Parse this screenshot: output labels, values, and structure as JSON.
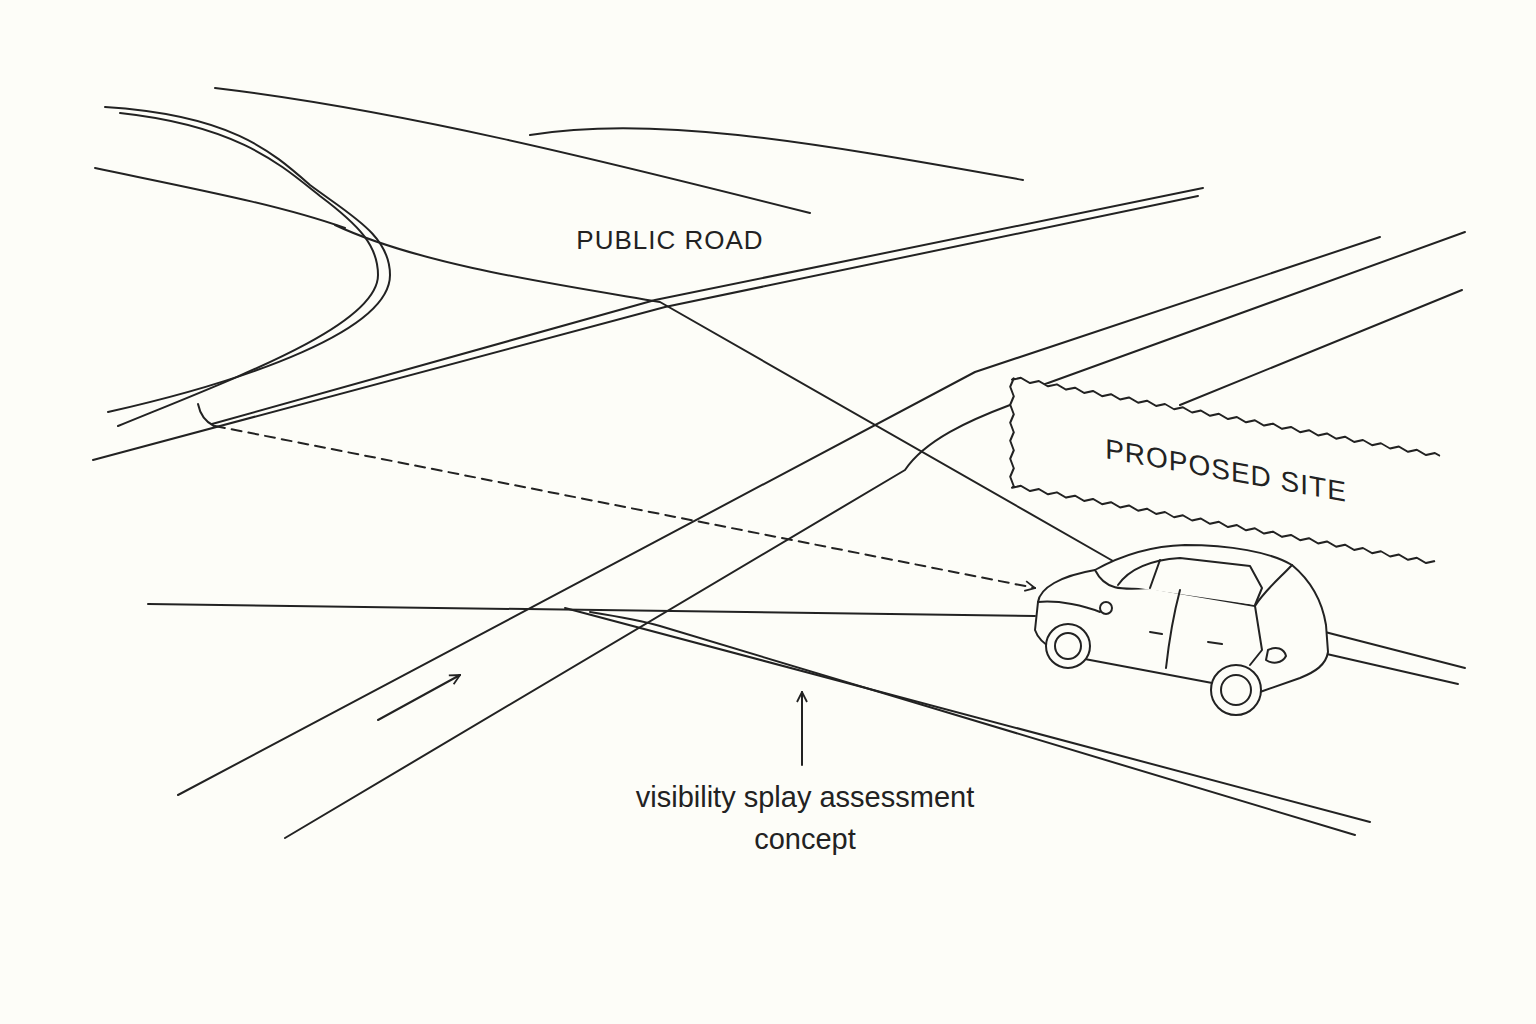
{
  "diagram": {
    "nodes": [
      {
        "text": [
          "PROPOSED SITE"
        ]
      }
    ],
    "labels": [
      "PUBLIC ROAD",
      "visibility splay assessment concept"
    ]
  }
}
